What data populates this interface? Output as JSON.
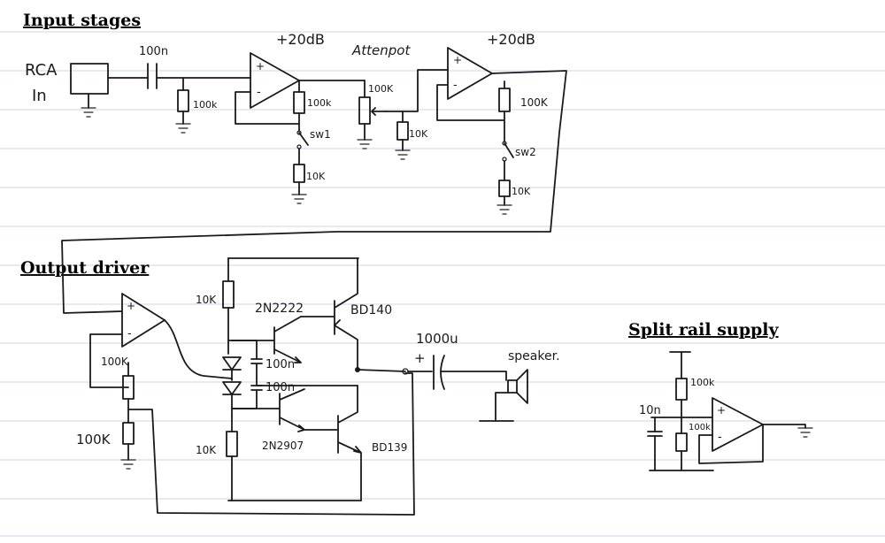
{
  "sections": {
    "input_stages": "Input stages",
    "output_driver": "Output driver",
    "split_rail": "Split rail supply"
  },
  "input_stages": {
    "rca": "RCA",
    "in": "In",
    "cap1": "100n",
    "r_in": "100k",
    "gain1": "+20dB",
    "r_fb1": "100k",
    "sw1": "sw1",
    "r_sw1": "10K",
    "atten": "Attenpot",
    "pot": "100K",
    "r_pot": "10K",
    "gain2": "+20dB",
    "r_fb2": "100K",
    "sw2": "sw2",
    "r_sw2": "10K",
    "opamp_plus": "+",
    "opamp_minus": "-"
  },
  "output_driver": {
    "r_top": "10K",
    "q1": "2N2222",
    "q2": "BD140",
    "c1": "100n",
    "c2": "100n",
    "r_bot": "10K",
    "q3": "2N2907",
    "q4": "BD139",
    "r_fb": "100K",
    "r_gnd": "100K",
    "cap_out": "1000u",
    "cap_plus": "+",
    "speaker": "speaker."
  },
  "split_rail": {
    "r_top": "100k",
    "r_bot": "100k",
    "cap": "10n"
  }
}
